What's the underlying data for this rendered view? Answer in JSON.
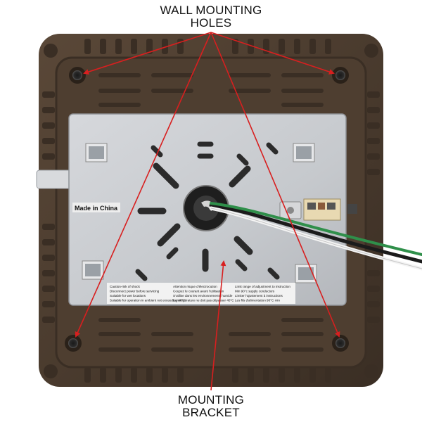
{
  "callouts": {
    "top": {
      "line1": "WALL MOUNTING",
      "line2": "HOLES"
    },
    "bottom": {
      "line1": "MOUNTING",
      "line2": "BRACKET"
    }
  },
  "plate": {
    "made_in": "Made in China",
    "warnings_en": [
      "Caution-risk of shock",
      "Disconnect power before servicing",
      "Suitable for wet locations",
      "Suitable for operation in ambient not exceeding 40°C"
    ],
    "warnings_fr": [
      "Attention risque d'électrocution",
      "Coupez le courant avant l'utilisation",
      "S'utilise dans les environnements humide",
      "La température ne doit pas dépasser 40°C"
    ],
    "warnings_right": [
      "Limit range of adjustment to instruction",
      "Min 90°c supply conductors",
      "Limiter l'ajustement à instructions",
      "Les fils d'alimentation 90°C min"
    ]
  },
  "colors": {
    "housing": "#4a3b2e",
    "housing_dark": "#2f251c",
    "plate": "#c9ccd0",
    "arrow": "#d81f1f"
  }
}
